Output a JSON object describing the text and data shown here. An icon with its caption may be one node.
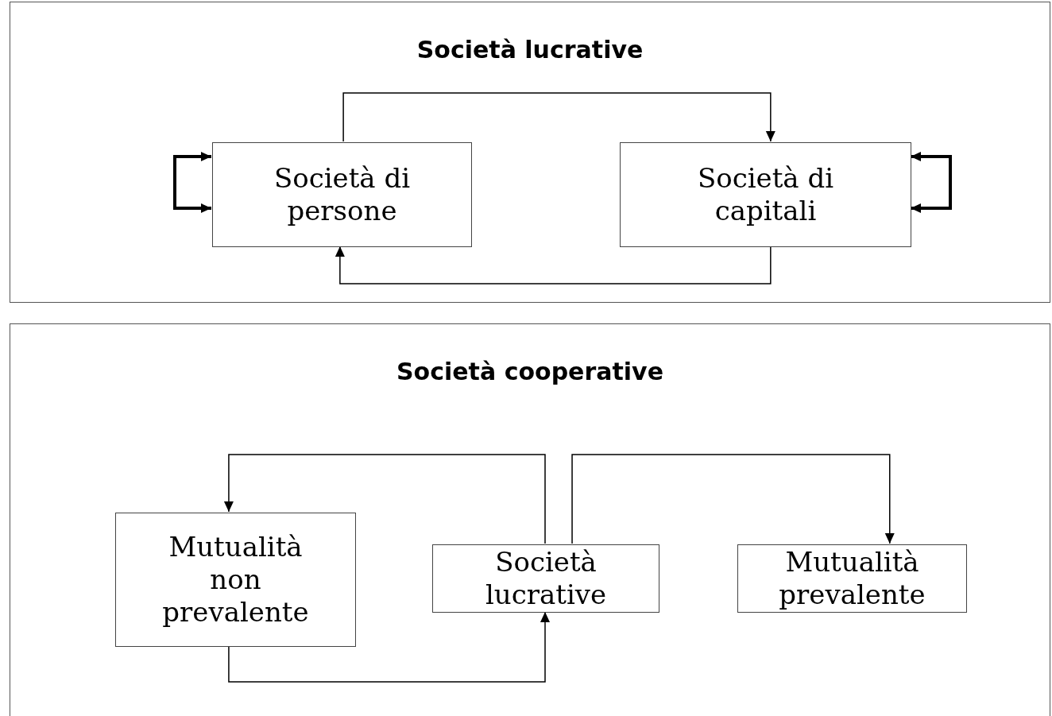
{
  "diagram": {
    "nodes": [
      {
        "text": [
          "Società lucrative"
        ]
      },
      {
        "text": [
          "Società di persone"
        ],
        "in": 0
      },
      {
        "text": [
          "Società di capitali"
        ],
        "in": 0
      },
      {
        "text": [
          "Società cooperative"
        ]
      },
      {
        "text": [
          "Mutualità non prevalente"
        ],
        "in": 3
      },
      {
        "text": [
          "Società lucrative"
        ],
        "in": 3
      },
      {
        "text": [
          "Mutualità prevalente"
        ],
        "in": 3
      }
    ],
    "edges": [
      {
        "from": 1,
        "to": 2,
        "arrow": "to"
      },
      {
        "from": 2,
        "to": 1,
        "arrow": "to"
      },
      {
        "from": 1,
        "to": 1,
        "arrow": "both",
        "style": "thick"
      },
      {
        "from": 2,
        "to": 2,
        "arrow": "both",
        "style": "thick"
      },
      {
        "from": 5,
        "to": 4,
        "arrow": "to"
      },
      {
        "from": 5,
        "to": 6,
        "arrow": "to"
      },
      {
        "from": 4,
        "to": 5,
        "arrow": "to"
      }
    ]
  }
}
